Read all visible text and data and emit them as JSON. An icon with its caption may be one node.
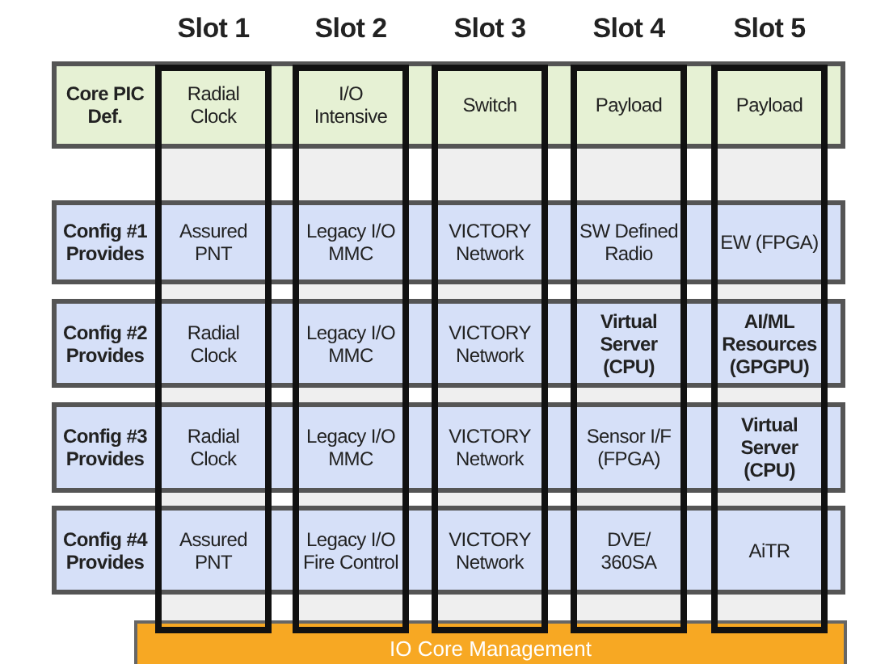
{
  "diagram": {
    "nodes": [
      {
        "text": [
          "IO Core Management"
        ]
      }
    ],
    "labels": [
      "Slot 1",
      "Slot 2",
      "Slot 3",
      "Slot 4",
      "Slot 5",
      "Core PIC Def.",
      "Radial Clock",
      "I/O Intensive",
      "Switch",
      "Payload",
      "Payload",
      "Config #1 Provides",
      "Assured PNT",
      "Legacy I/O MMC",
      "VICTORY Network",
      "SW Defined Radio",
      "EW (FPGA)",
      "Config #2 Provides",
      "Radial Clock",
      "Legacy I/O MMC",
      "VICTORY Network",
      "Virtual Server (CPU)",
      "AI/ML Resources (GPGPU)",
      "Config #3 Provides",
      "Radial Clock",
      "Legacy I/O MMC",
      "VICTORY Network",
      "Sensor I/F (FPGA)",
      "Virtual Server (CPU)",
      "Config #4 Provides",
      "Assured PNT",
      "Legacy I/O Fire Control",
      "VICTORY Network",
      "DVE/ 360SA",
      "AiTR"
    ]
  }
}
